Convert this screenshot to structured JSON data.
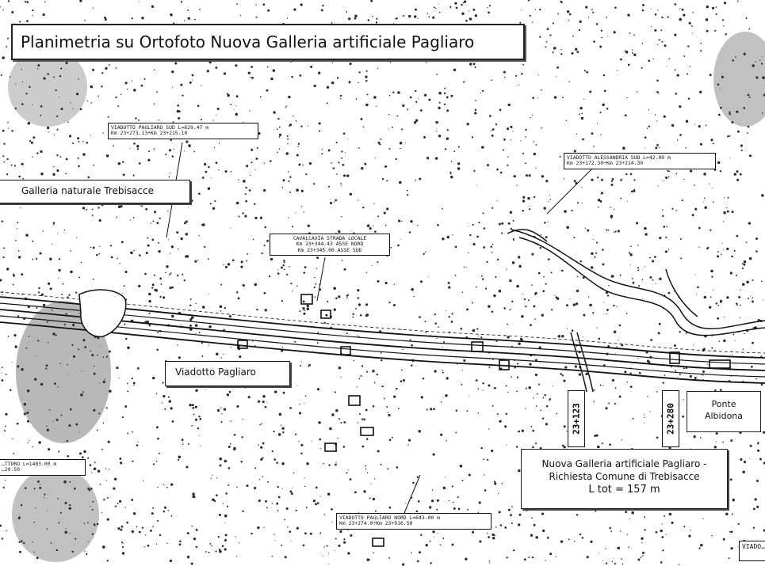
{
  "title": "Planimetria su Ortofoto Nuova Galleria artificiale Pagliaro",
  "labels": {
    "viadotto_pagliaro_sud": [
      "VIADOTTO PAGLIARO SUD L=629.47 m",
      "Km 23+273.13÷Km 23+215.10"
    ],
    "galleria_naturale": "Galleria naturale Trebisacce",
    "viadotto_alessandria": [
      "VIADOTTO ALESSANDRIA SUD L=42.00 m",
      "Km 23+172.30÷Km 23+214.30"
    ],
    "cavalcavia": [
      "CAVALCAVIA STRADA LOCALE",
      "Km 23+344.43 ASSE NORD",
      "Km 23+345.00 ASSE SUD"
    ],
    "viadotto_pagliaro": "Viadotto Pagliaro",
    "left_partial": [
      "…TTORO L=1483.00 m",
      "…20.50"
    ],
    "viadotto_pagliaro_nord": [
      "VIADOTTO PAGLIARO NORD L=643.00 m",
      "Km 23+274.0÷Km 23+916.50"
    ],
    "chainage_1": "23+123",
    "chainage_2": "23+280",
    "ponte": [
      "Ponte",
      "Albidona"
    ],
    "callout": [
      "Nuova Galleria artificiale Pagliaro -",
      "Richiesta Comune di Trebisacce",
      "L tot = 157 m"
    ],
    "bottom_right_partial": "VIADO…"
  },
  "colors": {
    "ink": "#111111",
    "paper": "#ffffff",
    "terrain": "#2a2a2a"
  }
}
